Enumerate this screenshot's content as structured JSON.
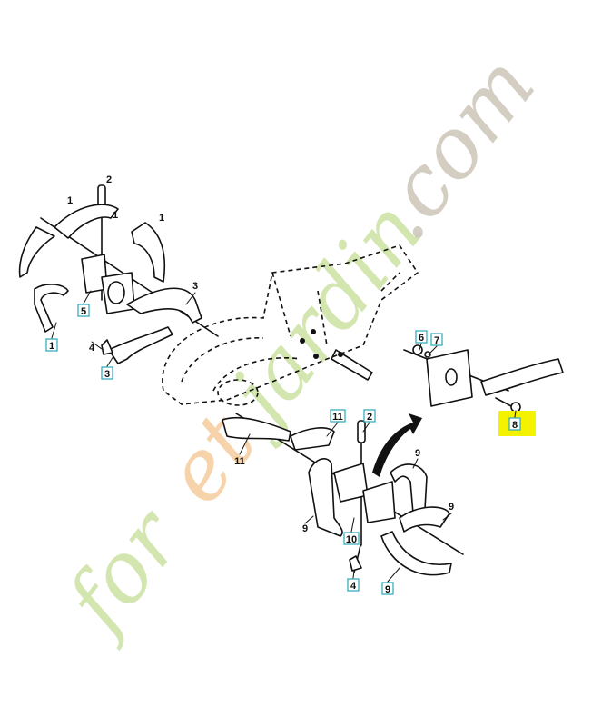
{
  "watermark": {
    "text": "foretjardin.com",
    "colors": {
      "green": "#cfe4a8",
      "orange": "#f7cfa2",
      "gray": "#cfc8bc"
    }
  },
  "highlight_color": "#f5f200",
  "callout_box_color": "#2aa6b8",
  "callouts": {
    "top_pin_2": "2",
    "tine_1a": "1",
    "tine_1b": "1",
    "tine_1c": "1",
    "tine_3": "3",
    "box_5": "5",
    "box_1": "1",
    "clip_4": "4",
    "box_3": "3",
    "box_6": "6",
    "box_7": "7",
    "box_8": "8",
    "box_11": "11",
    "box_2": "2",
    "tine_11": "11",
    "tine_9a": "9",
    "tine_9b": "9",
    "tine_9c": "9",
    "box_10": "10",
    "box_4": "4",
    "box_9": "9"
  }
}
